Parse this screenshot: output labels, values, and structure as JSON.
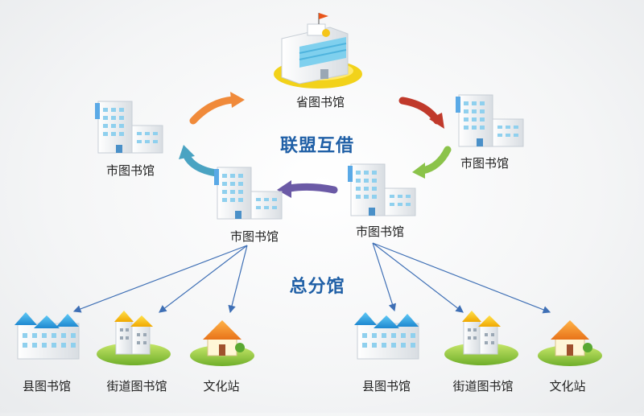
{
  "nodes": {
    "province": "省图书馆",
    "city_left": "市图书馆",
    "city_right": "市图书馆",
    "city_bottom_left": "市图书馆",
    "city_bottom_right": "市图书馆"
  },
  "center_label": "联盟互借",
  "branch_label": "总分馆",
  "left_branches": [
    "县图书馆",
    "街道图书馆",
    "文化站"
  ],
  "right_branches": [
    "县图书馆",
    "街道图书馆",
    "文化站"
  ],
  "colors": {
    "arrow_orange": "#f08a3a",
    "arrow_red": "#c0392b",
    "arrow_green": "#8bc34a",
    "arrow_purple": "#6b5aa6",
    "arrow_teal": "#4aa3c2",
    "connector": "#3e6fb5",
    "heading": "#1f5fa6"
  }
}
